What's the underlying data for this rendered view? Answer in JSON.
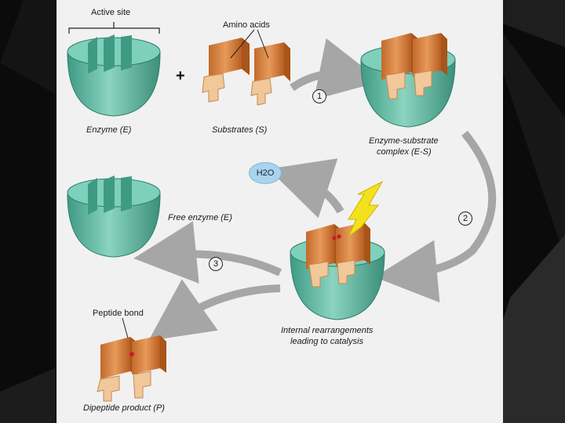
{
  "labels": {
    "active_site": "Active site",
    "amino_acids": "Amino acids",
    "enzyme": "Enzyme (E)",
    "substrates": "Substrates (S)",
    "es_complex_line1": "Enzyme-substrate",
    "es_complex_line2": "complex (E-S)",
    "free_enzyme": "Free enzyme (E)",
    "water": "H2O",
    "internal_line1": "Internal rearrangements",
    "internal_line2": "leading to catalysis",
    "peptide_bond": "Peptide bond",
    "dipeptide": "Dipeptide product (P)",
    "plus": "+"
  },
  "steps": {
    "step1": "1",
    "step2": "2",
    "step3": "3"
  },
  "colors": {
    "enzyme": "#6fc2ad",
    "enzyme_dark": "#3f9a84",
    "substrate": "#d9874a",
    "substrate_light": "#f2c79a",
    "arrow": "#a6a6a6",
    "bolt": "#f3e21b"
  }
}
